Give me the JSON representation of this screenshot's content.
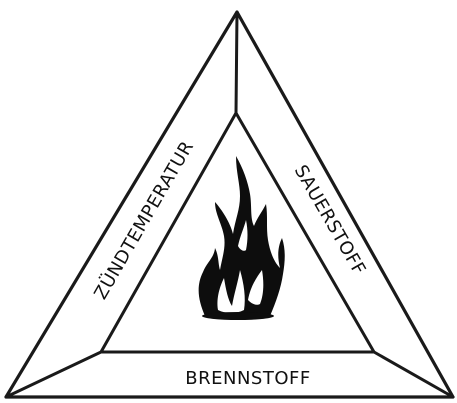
{
  "diagram": {
    "labels": {
      "left": "ZÜNDTEMPERATUR",
      "right": "SAUERSTOFF",
      "bottom": "BRENNSTOFF"
    },
    "center_icon": "flame-icon",
    "colors": {
      "stroke": "#1a1a1a",
      "background": "#ffffff"
    }
  }
}
